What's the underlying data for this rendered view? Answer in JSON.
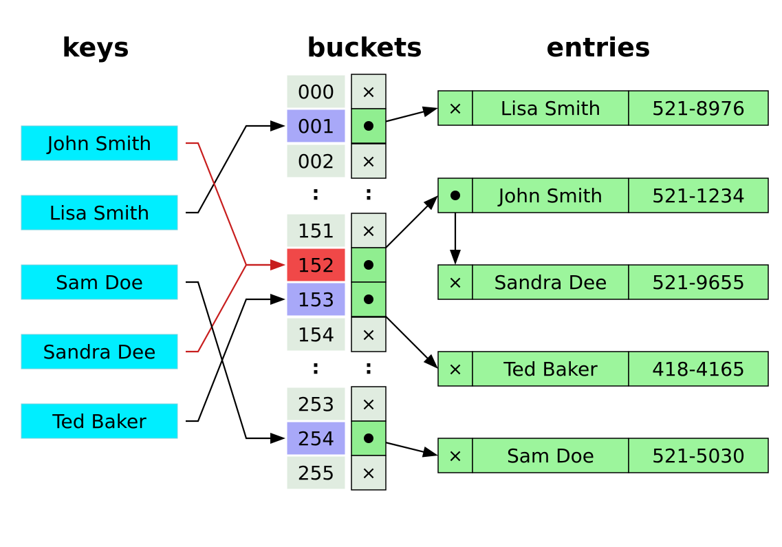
{
  "headers": {
    "keys": "keys",
    "buckets": "buckets",
    "entries": "entries"
  },
  "keys": [
    "John Smith",
    "Lisa Smith",
    "Sam Doe",
    "Sandra Dee",
    "Ted Baker"
  ],
  "ellipsis": ":",
  "buckets": [
    {
      "index": "000",
      "state": "empty",
      "slot": "null"
    },
    {
      "index": "001",
      "state": "hashed",
      "slot": "pointer"
    },
    {
      "index": "002",
      "state": "empty",
      "slot": "null"
    },
    {
      "index": "151",
      "state": "empty",
      "slot": "null"
    },
    {
      "index": "152",
      "state": "collision",
      "slot": "pointer"
    },
    {
      "index": "153",
      "state": "hashed",
      "slot": "pointer"
    },
    {
      "index": "154",
      "state": "empty",
      "slot": "null"
    },
    {
      "index": "253",
      "state": "empty",
      "slot": "null"
    },
    {
      "index": "254",
      "state": "hashed",
      "slot": "pointer"
    },
    {
      "index": "255",
      "state": "empty",
      "slot": "null"
    }
  ],
  "entries": [
    {
      "next": "null",
      "name": "Lisa Smith",
      "phone": "521-8976"
    },
    {
      "next": "pointer",
      "name": "John Smith",
      "phone": "521-1234"
    },
    {
      "next": "null",
      "name": "Sandra Dee",
      "phone": "521-9655"
    },
    {
      "next": "null",
      "name": "Ted Baker",
      "phone": "418-4165"
    },
    {
      "next": "null",
      "name": "Sam Doe",
      "phone": "521-5030"
    }
  ],
  "symbols": {
    "null": "×"
  },
  "edges": [
    {
      "from": "key:Lisa Smith",
      "to": "bucket:001",
      "kind": "hash"
    },
    {
      "from": "key:John Smith",
      "to": "bucket:152",
      "kind": "collision"
    },
    {
      "from": "key:Sandra Dee",
      "to": "bucket:152",
      "kind": "collision"
    },
    {
      "from": "key:Ted Baker",
      "to": "bucket:153",
      "kind": "hash"
    },
    {
      "from": "key:Sam Doe",
      "to": "bucket:254",
      "kind": "hash"
    },
    {
      "from": "bucket:001",
      "to": "entry:Lisa Smith",
      "kind": "pointer"
    },
    {
      "from": "bucket:152",
      "to": "entry:John Smith",
      "kind": "pointer"
    },
    {
      "from": "entry:John Smith",
      "to": "entry:Sandra Dee",
      "kind": "pointer"
    },
    {
      "from": "bucket:153",
      "to": "entry:Ted Baker",
      "kind": "pointer"
    },
    {
      "from": "bucket:254",
      "to": "entry:Sam Doe",
      "kind": "pointer"
    }
  ],
  "colors": {
    "key_fill": "#00eeff",
    "bucket_index_fill": "#e0ece0",
    "bucket_hashed_fill": "#a8a8f8",
    "bucket_collision_fill": "#f04848",
    "slot_fill": "#e0ece0",
    "slot_pointer_fill": "#90ee90",
    "entry_fill": "#9cf59c",
    "line": "#000000",
    "collision_line": "#c81e1e"
  }
}
